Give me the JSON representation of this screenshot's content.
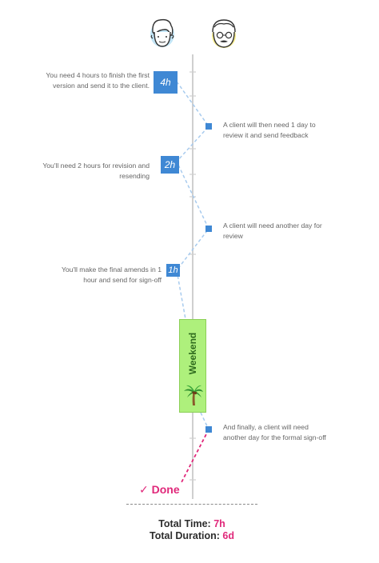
{
  "colors": {
    "accent_blue": "#3f88d4",
    "done_pink": "#e0287a",
    "weekend_green": "#aef07c",
    "timeline_gray": "#cfcfcf",
    "dash_blue": "#a8cbee"
  },
  "avatars": [
    {
      "icon": "developer-avatar-icon"
    },
    {
      "icon": "client-avatar-icon"
    }
  ],
  "steps": [
    {
      "text_line1": "You need 4 hours to finish the first",
      "text_line2": "version and send it to the client.",
      "badge": "4h"
    },
    {
      "text_line1": "A client will then need 1 day to",
      "text_line2": "review it and send feedback"
    },
    {
      "text_line1": "You'll need 2 hours for revision and",
      "text_line2": "resending",
      "badge": "2h"
    },
    {
      "text_line1": "A client will need another day for",
      "text_line2": "review"
    },
    {
      "text_line1": "You'll make the final amends in 1",
      "text_line2": "hour and send for sign-off",
      "badge": "1h"
    },
    {
      "text_line1": "And finally, a client will need",
      "text_line2": "another day for the formal sign-off"
    }
  ],
  "weekend": {
    "label": "Weekend",
    "icon": "palm-tree-icon"
  },
  "done": {
    "check": "✓",
    "label": "Done"
  },
  "totals": {
    "time_label": "Total Time:",
    "time_value": "7h",
    "duration_label": "Total Duration:",
    "duration_value": "6d"
  }
}
